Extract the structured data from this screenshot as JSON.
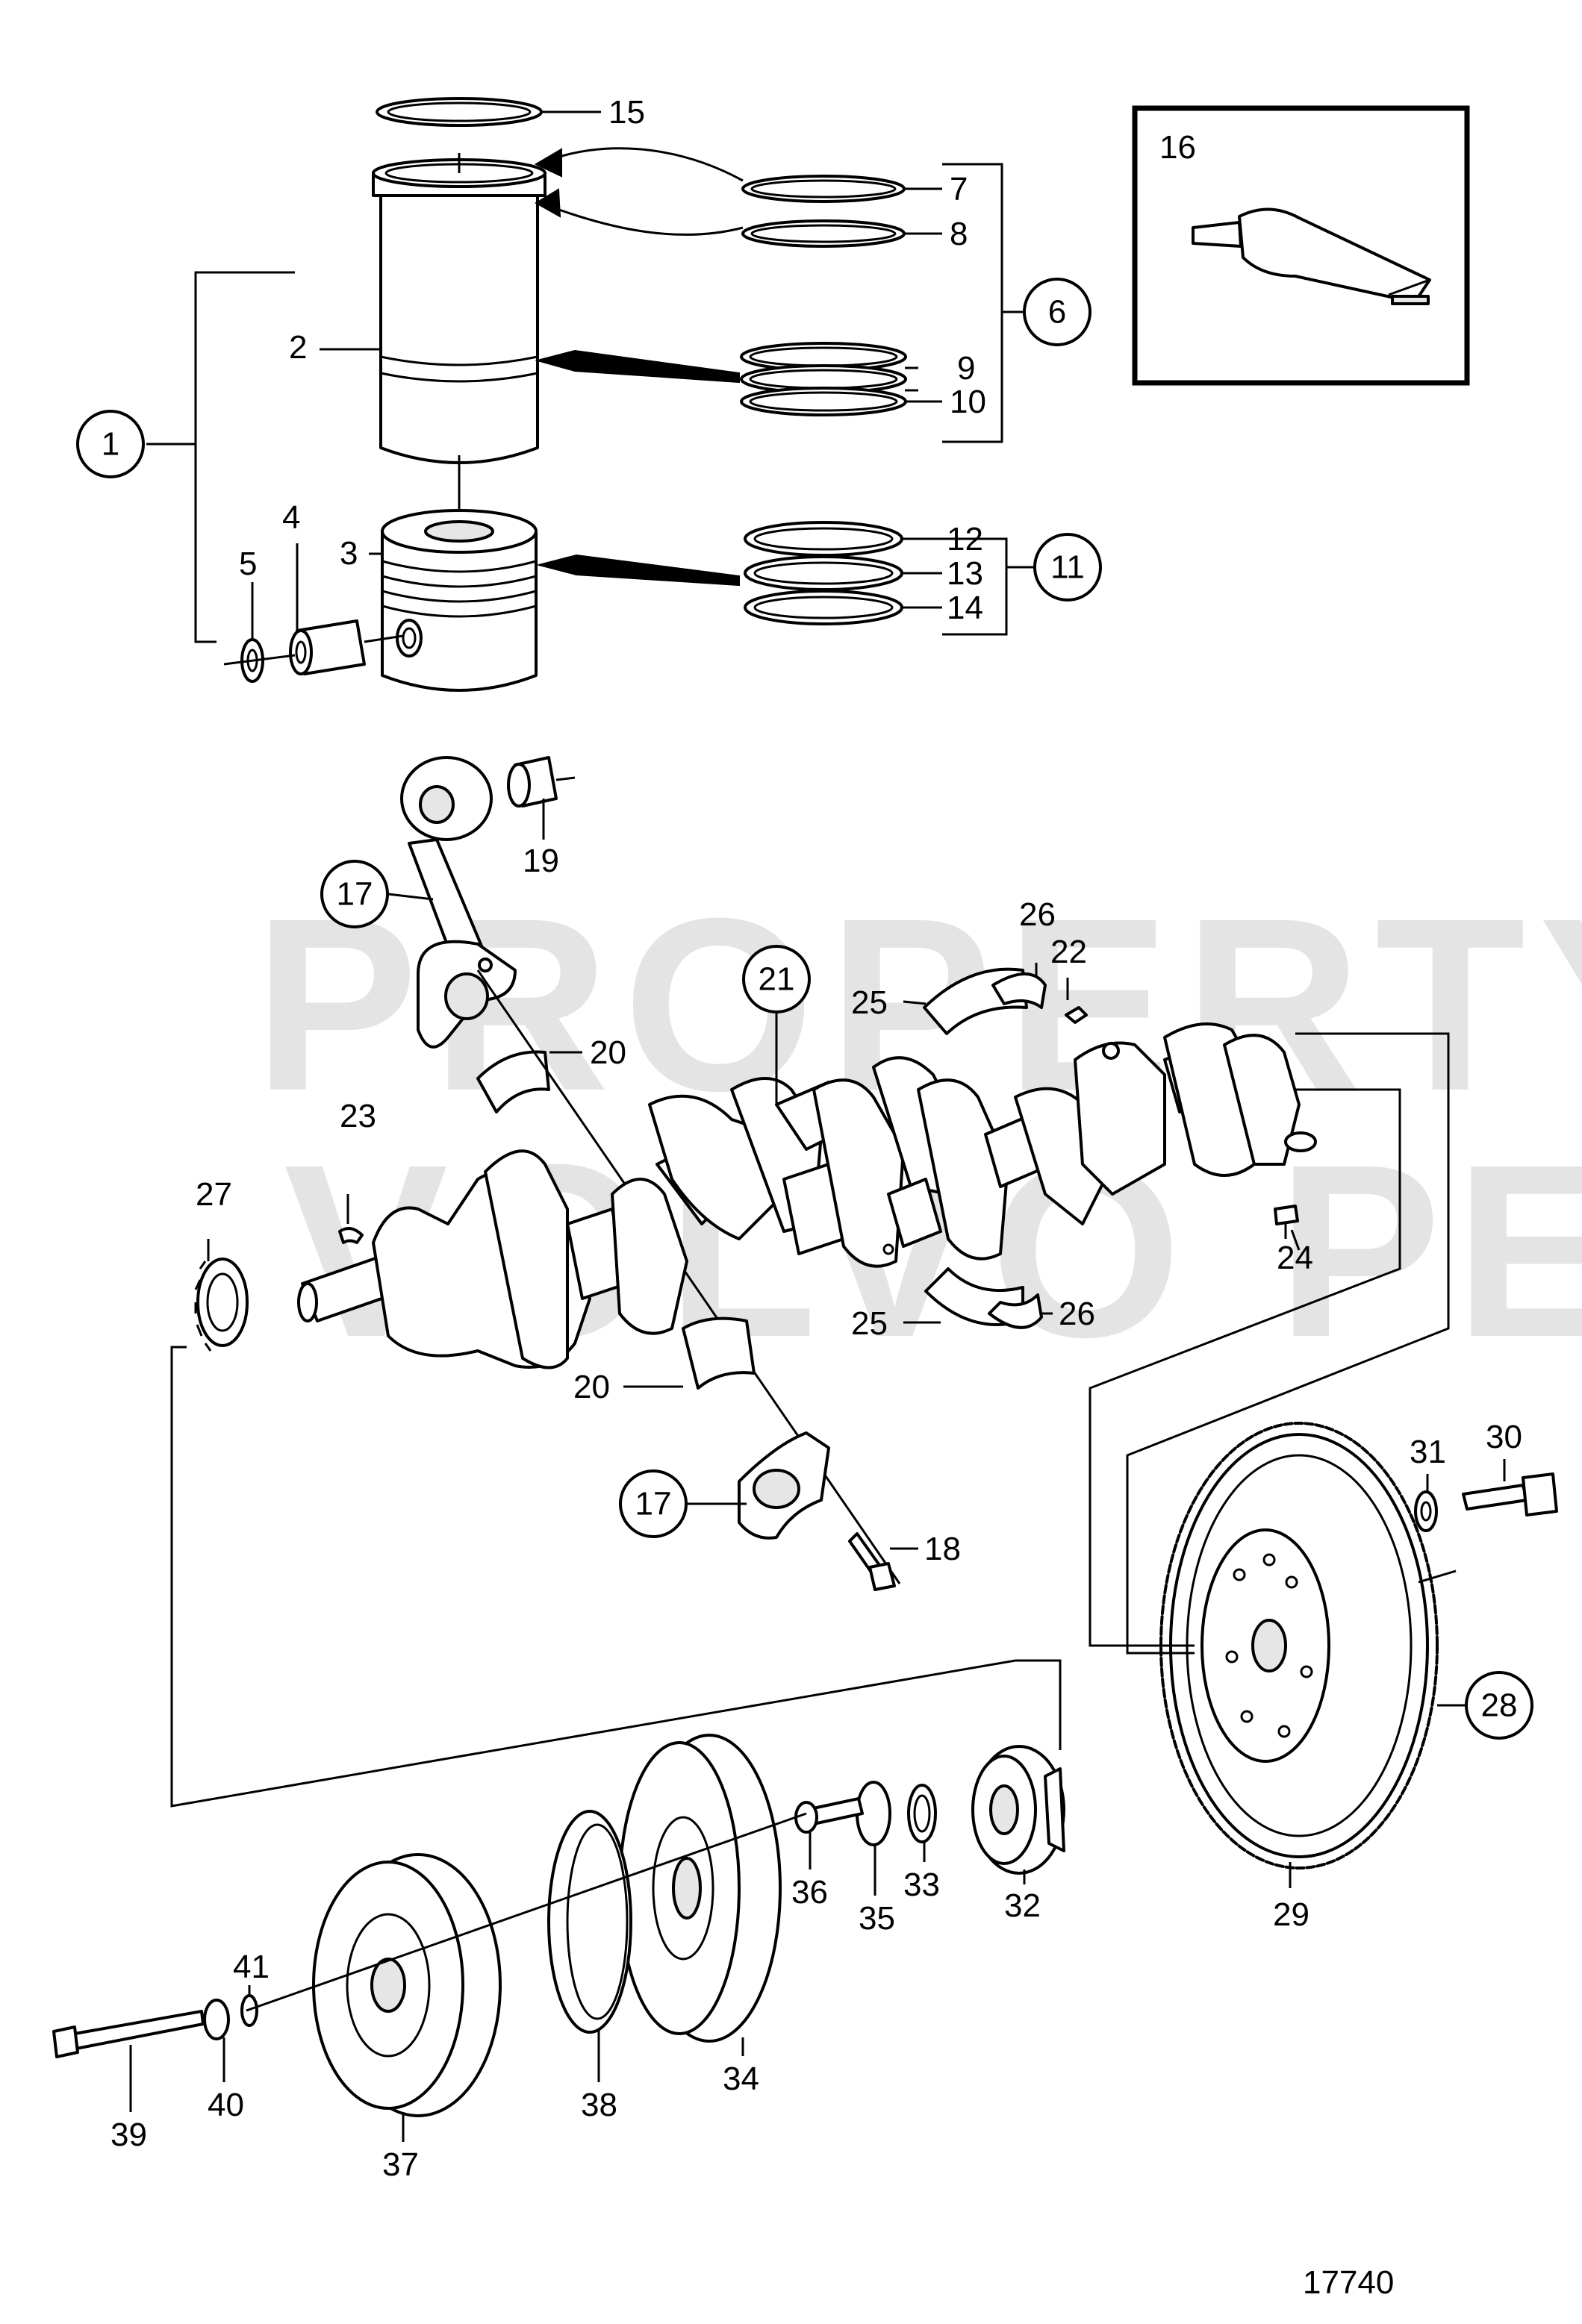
{
  "diagram": {
    "figure_number": "17740",
    "watermark_lines": [
      "PROPERTY OF",
      "VOLVO PENTA"
    ],
    "callouts": {
      "c1": "1",
      "c2": "2",
      "c3": "3",
      "c4": "4",
      "c5": "5",
      "c6": "6",
      "c7": "7",
      "c8": "8",
      "c9": "9",
      "c10": "10",
      "c11": "11",
      "c12": "12",
      "c13": "13",
      "c14": "14",
      "c15": "15",
      "c16": "16",
      "c17a": "17",
      "c17b": "17",
      "c18": "18",
      "c19": "19",
      "c20a": "20",
      "c20b": "20",
      "c21": "21",
      "c22": "22",
      "c23": "23",
      "c24": "24",
      "c25a": "25",
      "c25b": "25",
      "c26a": "26",
      "c26b": "26",
      "c27": "27",
      "c28": "28",
      "c29": "29",
      "c30": "30",
      "c31": "31",
      "c32": "32",
      "c33": "33",
      "c34": "34",
      "c35": "35",
      "c36": "36",
      "c37": "37",
      "c38": "38",
      "c39": "39",
      "c40": "40",
      "c41": "41"
    }
  }
}
